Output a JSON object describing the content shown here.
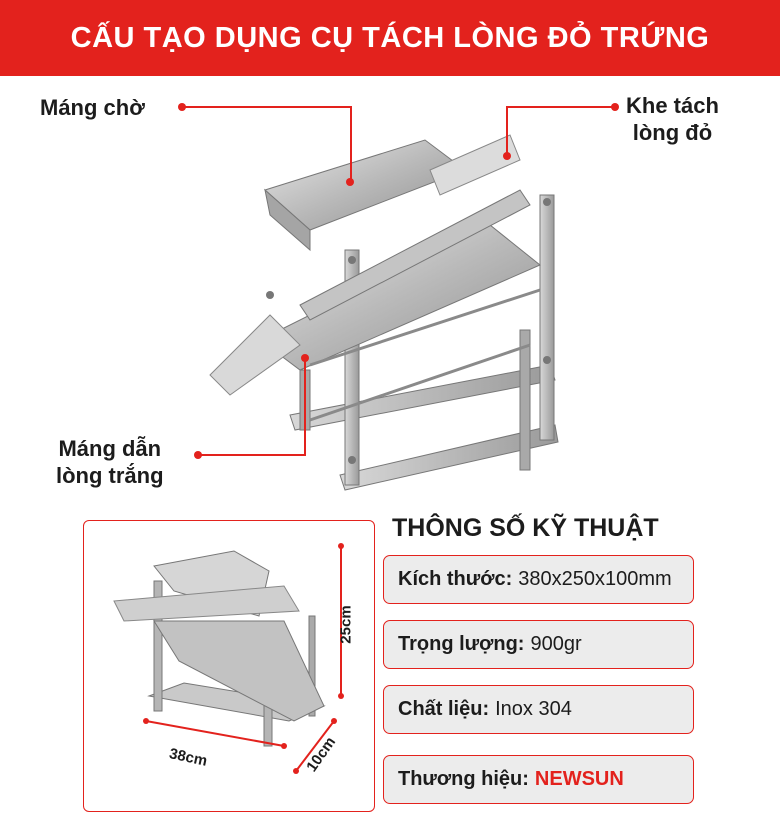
{
  "header": {
    "title": "CẤU TẠO DỤNG CỤ TÁCH LÒNG ĐỎ TRỨNG"
  },
  "callouts": {
    "waiting_tray": "Máng chờ",
    "yolk_slot_line1": "Khe tách",
    "yolk_slot_line2": "lòng đỏ",
    "white_tray_line1": "Máng dẫn",
    "white_tray_line2": "lòng trắng"
  },
  "dimensions": {
    "length": "38cm",
    "depth": "10cm",
    "height": "25cm"
  },
  "specs": {
    "title": "THÔNG SỐ KỸ THUẬT",
    "items": [
      {
        "key": "Kích thước:",
        "value": "380x250x100mm"
      },
      {
        "key": "Trọng lượng:",
        "value": "900gr"
      },
      {
        "key": "Chất liệu:",
        "value": "Inox 304"
      },
      {
        "key": "Thương hiệu:",
        "value": "NEWSUN"
      }
    ]
  },
  "colors": {
    "accent": "#e3221d",
    "card_bg": "#ececec",
    "text": "#1c1c1c"
  }
}
